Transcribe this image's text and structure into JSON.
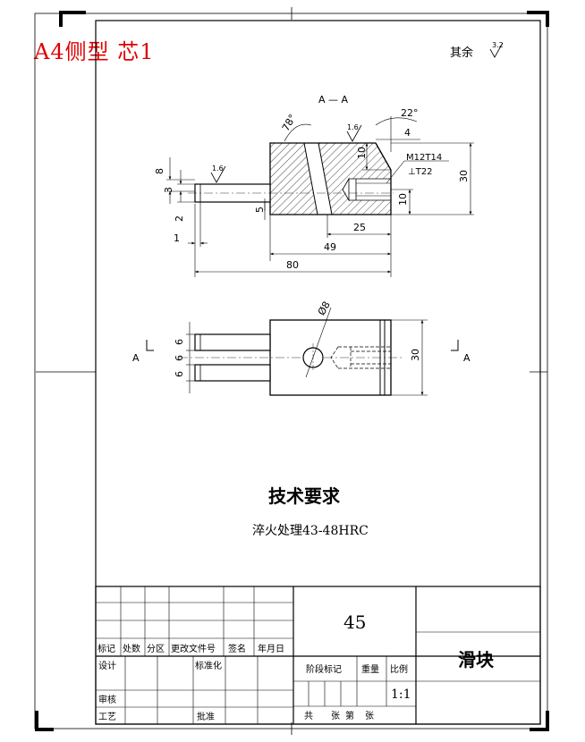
{
  "header": {
    "sheet_label": "A4侧型 芯1",
    "roughness_note": "其余",
    "roughness_value": "3.2"
  },
  "section_view": {
    "title": "A — A",
    "angle_left": "78°",
    "angle_right": "22°",
    "roughness_top": "1.6",
    "roughness_rod": "1.6",
    "thread_callout_1": "M12T14",
    "thread_callout_2": "⊥T22",
    "dims": {
      "d8": "8",
      "d3": "3",
      "d2": "2",
      "d1": "1",
      "d5": "5",
      "d4": "4",
      "d10a": "10",
      "d10b": "10",
      "d30": "30",
      "d25": "25",
      "d49": "49",
      "d80": "80"
    }
  },
  "plan_view": {
    "hole_label": "Ø8",
    "section_mark": "A",
    "dims": {
      "d6a": "6",
      "d6b": "6",
      "d6c": "6",
      "d30": "30"
    }
  },
  "tech_requirements": {
    "heading": "技术要求",
    "line1": "淬火处理43-48HRC"
  },
  "title_block": {
    "material": "45",
    "part_name": "滑块",
    "scale": "1:1",
    "labels": {
      "biaoji": "标记",
      "chushu": "处数",
      "fenqu": "分区",
      "gengai": "更改文件号",
      "qianming": "签名",
      "nianyueri": "年月日",
      "sheji": "设计",
      "biaozhunhua": "标准化",
      "shenhe": "审核",
      "gongyi": "工艺",
      "pizhun": "批准",
      "jieduan": "阶段标记",
      "zhongliang": "重量",
      "bili": "比例",
      "gong": "共",
      "zhang1": "张",
      "di": "第",
      "zhang2": "张"
    }
  }
}
